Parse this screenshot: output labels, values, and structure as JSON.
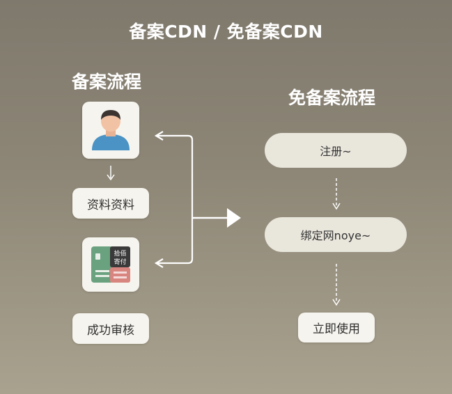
{
  "title": "备案CDN / 免备案CDN",
  "left": {
    "heading": "备案流程",
    "steps": [
      {
        "label": "资料资料"
      },
      {
        "label": "成功审核"
      }
    ],
    "badge_text": "拾佰\n寄付"
  },
  "right": {
    "heading": "免备案流程",
    "steps": [
      {
        "label": "注册~"
      },
      {
        "label": "绑定网noye~"
      },
      {
        "label": "立即使用"
      }
    ]
  },
  "colors": {
    "background_top": "#7f796d",
    "background_bottom": "#a9a28f",
    "card": "#f6f4ee",
    "pill": "#e9e6dc",
    "avatar_shirt": "#4a93c4",
    "avatar_skin": "#f2c2a4",
    "avatar_hair": "#3b3431",
    "doc_green": "#6aa17f",
    "doc_red": "#d88580",
    "doc_dark": "#3a3a3a"
  },
  "icons": {
    "user": "user-avatar-icon",
    "document": "document-card-icon"
  }
}
